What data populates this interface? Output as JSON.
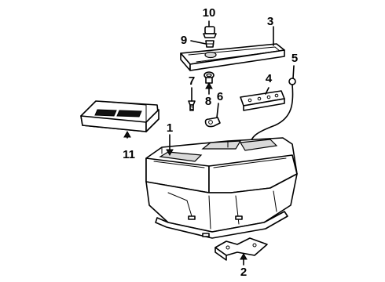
{
  "callouts": {
    "c1": "1",
    "c2": "2",
    "c3": "3",
    "c4": "4",
    "c5": "5",
    "c6": "6",
    "c7": "7",
    "c8": "8",
    "c9": "9",
    "c10": "10",
    "c11": "11"
  },
  "parts": [
    {
      "ref": "1",
      "name": "console-housing"
    },
    {
      "ref": "2",
      "name": "mounting-bracket"
    },
    {
      "ref": "3",
      "name": "lid-panel"
    },
    {
      "ref": "4",
      "name": "hinge-plate"
    },
    {
      "ref": "5",
      "name": "release-cable"
    },
    {
      "ref": "6",
      "name": "clip"
    },
    {
      "ref": "7",
      "name": "screw"
    },
    {
      "ref": "8",
      "name": "retainer"
    },
    {
      "ref": "9",
      "name": "latch"
    },
    {
      "ref": "10",
      "name": "latch-button"
    },
    {
      "ref": "11",
      "name": "switch-bezel"
    }
  ]
}
